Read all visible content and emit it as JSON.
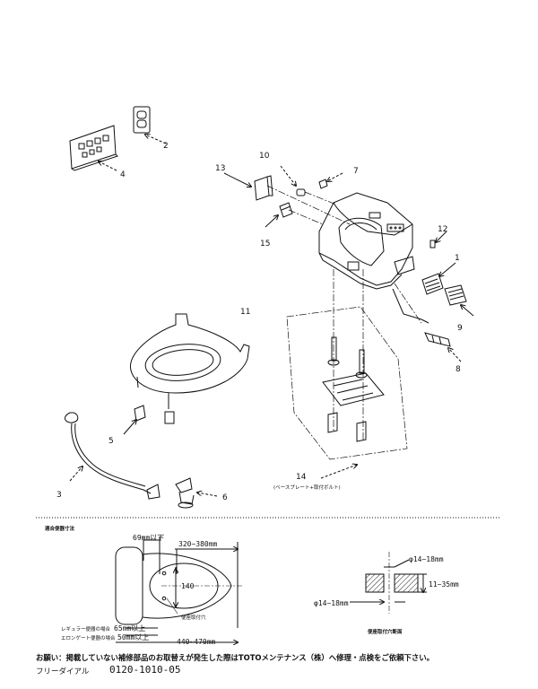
{
  "parts": {
    "p1": "1",
    "p2": "2",
    "p3": "3",
    "p4": "4",
    "p5": "5",
    "p6": "6",
    "p7": "7",
    "p8": "8",
    "p9": "9",
    "p10": "10",
    "p11": "11",
    "p12": "12",
    "p13": "13",
    "p14": "14",
    "p15": "15",
    "p14_caption": "(ベースプレート+取付ボルト)"
  },
  "fit": {
    "heading": "適合便器寸法",
    "dim_top_left": "69mm以下",
    "dim_top_right": "320~380mm",
    "dim_140": "140",
    "dim_bottom": "440~470mm",
    "hole_note": "便座取付穴",
    "regular_label": "レギュラー便器の場合",
    "regular_value": "65mm以上",
    "elongated_label": "エロンゲート便器の場合",
    "elongated_value": "50mm以上"
  },
  "section": {
    "dim_top": "φ14~18mm",
    "dim_right": "11~35mm",
    "dim_bottom": "φ14~18mm",
    "caption": "便座取付穴断面"
  },
  "footer": {
    "request": "お願い：掲載していない補修部品のお取替えが発生した際はTOTOメンテナンス（株）へ修理・点検をご依頼下さい。",
    "freedial_label": "フリーダイアル",
    "freedial_number": "0120-1010-05"
  },
  "colors": {
    "ink": "#111111",
    "hatch": "#222222"
  }
}
